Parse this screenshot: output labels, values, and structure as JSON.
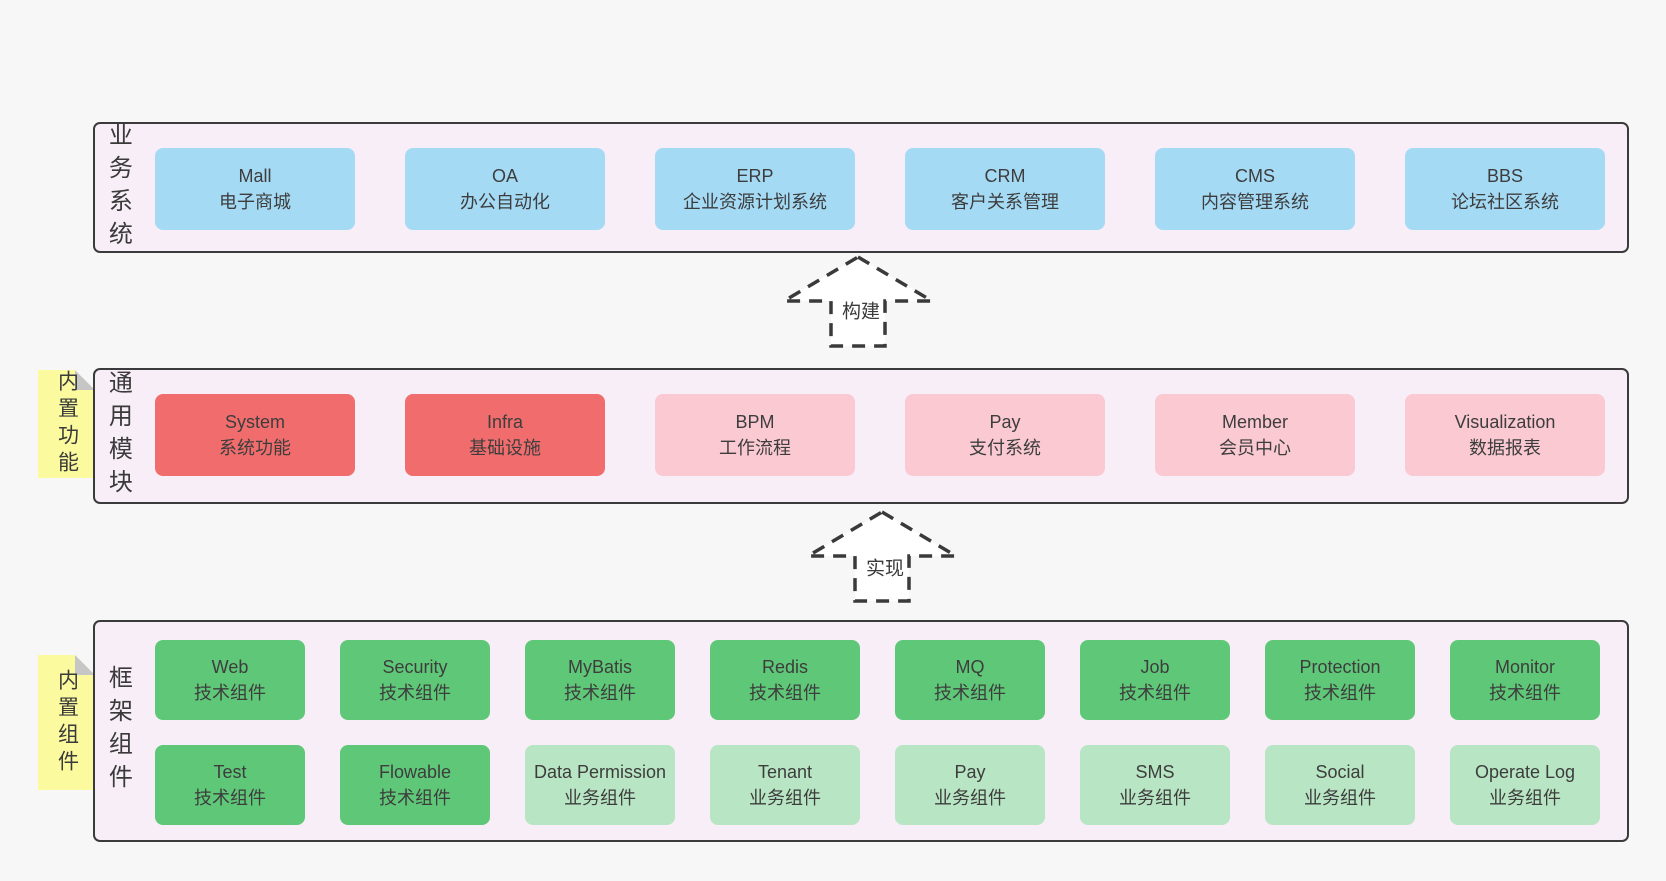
{
  "colors": {
    "page_bg": "#f7f7f7",
    "panel_bg": "#f8eef7",
    "panel_border": "#3b3b3b",
    "blue": "#a5daf5",
    "red": "#f16d6d",
    "pink": "#fac9d2",
    "green": "#5fc878",
    "green_light": "#b8e5c3",
    "sticky_bg": "#fbfa9e",
    "sticky_fold": "#c6c6c6",
    "text": "#3d3d3d"
  },
  "layers": [
    {
      "label": "业务系统",
      "boxes": [
        {
          "title": "Mall",
          "subtitle": "电子商城",
          "color": "blue"
        },
        {
          "title": "OA",
          "subtitle": "办公自动化",
          "color": "blue"
        },
        {
          "title": "ERP",
          "subtitle": "企业资源计划系统",
          "color": "blue"
        },
        {
          "title": "CRM",
          "subtitle": "客户关系管理",
          "color": "blue"
        },
        {
          "title": "CMS",
          "subtitle": "内容管理系统",
          "color": "blue"
        },
        {
          "title": "BBS",
          "subtitle": "论坛社区系统",
          "color": "blue"
        }
      ]
    },
    {
      "label": "通用模块",
      "sticky": "内置功能",
      "boxes": [
        {
          "title": "System",
          "subtitle": "系统功能",
          "color": "red"
        },
        {
          "title": "Infra",
          "subtitle": "基础设施",
          "color": "red"
        },
        {
          "title": "BPM",
          "subtitle": "工作流程",
          "color": "pink"
        },
        {
          "title": "Pay",
          "subtitle": "支付系统",
          "color": "pink"
        },
        {
          "title": "Member",
          "subtitle": "会员中心",
          "color": "pink"
        },
        {
          "title": "Visualization",
          "subtitle": "数据报表",
          "color": "pink"
        }
      ]
    },
    {
      "label": "框架组件",
      "sticky": "内置组件",
      "rows": [
        [
          {
            "title": "Web",
            "subtitle": "技术组件",
            "color": "green"
          },
          {
            "title": "Security",
            "subtitle": "技术组件",
            "color": "green"
          },
          {
            "title": "MyBatis",
            "subtitle": "技术组件",
            "color": "green"
          },
          {
            "title": "Redis",
            "subtitle": "技术组件",
            "color": "green"
          },
          {
            "title": "MQ",
            "subtitle": "技术组件",
            "color": "green"
          },
          {
            "title": "Job",
            "subtitle": "技术组件",
            "color": "green"
          },
          {
            "title": "Protection",
            "subtitle": "技术组件",
            "color": "green"
          },
          {
            "title": "Monitor",
            "subtitle": "技术组件",
            "color": "green"
          }
        ],
        [
          {
            "title": "Test",
            "subtitle": "技术组件",
            "color": "green"
          },
          {
            "title": "Flowable",
            "subtitle": "技术组件",
            "color": "green"
          },
          {
            "title": "Data Permission",
            "subtitle": "业务组件",
            "color": "green_light"
          },
          {
            "title": "Tenant",
            "subtitle": "业务组件",
            "color": "green_light"
          },
          {
            "title": "Pay",
            "subtitle": "业务组件",
            "color": "green_light"
          },
          {
            "title": "SMS",
            "subtitle": "业务组件",
            "color": "green_light"
          },
          {
            "title": "Social",
            "subtitle": "业务组件",
            "color": "green_light"
          },
          {
            "title": "Operate Log",
            "subtitle": "业务组件",
            "color": "green_light"
          }
        ]
      ]
    }
  ],
  "arrows": [
    {
      "label": "构建"
    },
    {
      "label": "实现"
    }
  ]
}
